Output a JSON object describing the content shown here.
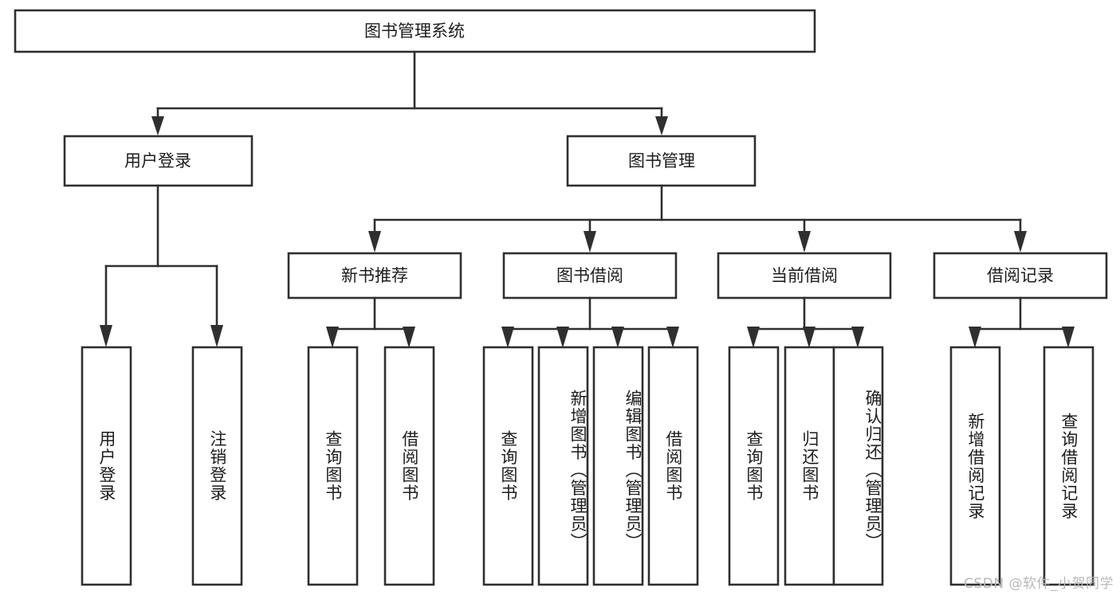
{
  "diagram": {
    "title": "图书管理系统",
    "type": "tree-hierarchy-diagram",
    "watermark": "CSDN @软件_小贺同学",
    "colors": {
      "box_stroke": "#2f2f2f",
      "box_fill": "#ffffff",
      "text": "#1d1d1d",
      "background": "#ffffff",
      "watermark": "#b8b8b8"
    },
    "root": {
      "label": "图书管理系统"
    },
    "level2": [
      {
        "id": "user-login",
        "label": "用户登录"
      },
      {
        "id": "book-management",
        "label": "图书管理"
      }
    ],
    "level3": [
      {
        "id": "new-book-recommend",
        "label": "新书推荐",
        "parent": "book-management"
      },
      {
        "id": "book-borrow",
        "label": "图书借阅",
        "parent": "book-management"
      },
      {
        "id": "current-borrow",
        "label": "当前借阅",
        "parent": "book-management"
      },
      {
        "id": "borrow-record",
        "label": "借阅记录",
        "parent": "book-management"
      }
    ],
    "leaves": [
      {
        "id": "leaf-user-login",
        "label": "用户登录",
        "parent": "user-login"
      },
      {
        "id": "leaf-logout-login",
        "label": "注销登录",
        "parent": "user-login"
      },
      {
        "id": "leaf-query-book-1",
        "label": "查询图书",
        "parent": "new-book-recommend"
      },
      {
        "id": "leaf-borrow-book-1",
        "label": "借阅图书",
        "parent": "new-book-recommend"
      },
      {
        "id": "leaf-query-book-2",
        "label": "查询图书",
        "parent": "book-borrow"
      },
      {
        "id": "leaf-add-book",
        "label": "新增图书（管理员）",
        "parent": "book-borrow"
      },
      {
        "id": "leaf-edit-book",
        "label": "编辑图书（管理员）",
        "parent": "book-borrow"
      },
      {
        "id": "leaf-borrow-book-2",
        "label": "借阅图书",
        "parent": "book-borrow"
      },
      {
        "id": "leaf-query-book-3",
        "label": "查询图书",
        "parent": "current-borrow"
      },
      {
        "id": "leaf-return-book",
        "label": "归还图书",
        "parent": "current-borrow"
      },
      {
        "id": "leaf-confirm-return",
        "label": "确认归还（管理员）",
        "parent": "current-borrow"
      },
      {
        "id": "leaf-add-record",
        "label": "新增借阅记录",
        "parent": "borrow-record"
      },
      {
        "id": "leaf-query-record",
        "label": "查询借阅记录",
        "parent": "borrow-record"
      }
    ]
  }
}
